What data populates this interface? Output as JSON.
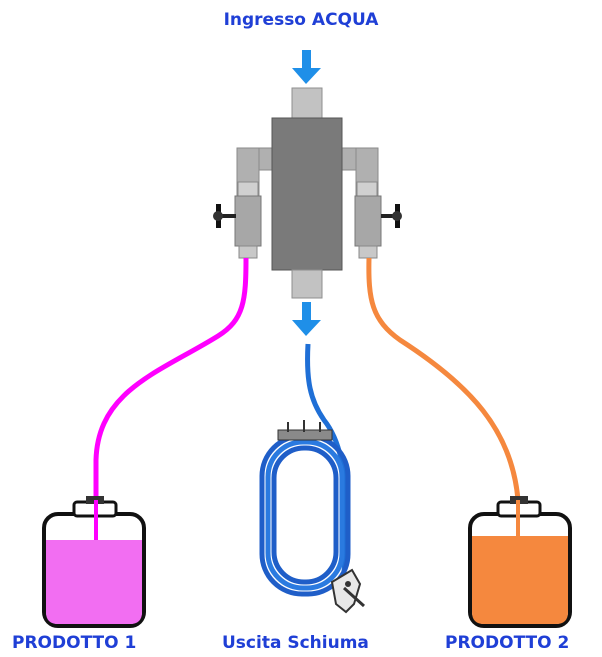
{
  "labels": {
    "water_inlet": "Ingresso ACQUA",
    "product_1": "PRODOTTO  1",
    "foam_outlet": "Uscita Schiuma",
    "product_2": "PRODOTTO 2"
  },
  "colors": {
    "label_text": "#1f3fd6",
    "arrow": "#1f8fe8",
    "body_gray": "#7a7a7a",
    "pipe_gray": "#b9b9b9",
    "hose_product_1": "#ff00ff",
    "hose_product_2": "#f5883e",
    "hose_foam": "#1f6fd6",
    "liquid_product_1": "#f26ef2",
    "liquid_product_2": "#f5883e"
  },
  "icons": [
    "down-arrow-icon",
    "valve-knob-icon",
    "spray-gun-icon",
    "canister-icon"
  ]
}
